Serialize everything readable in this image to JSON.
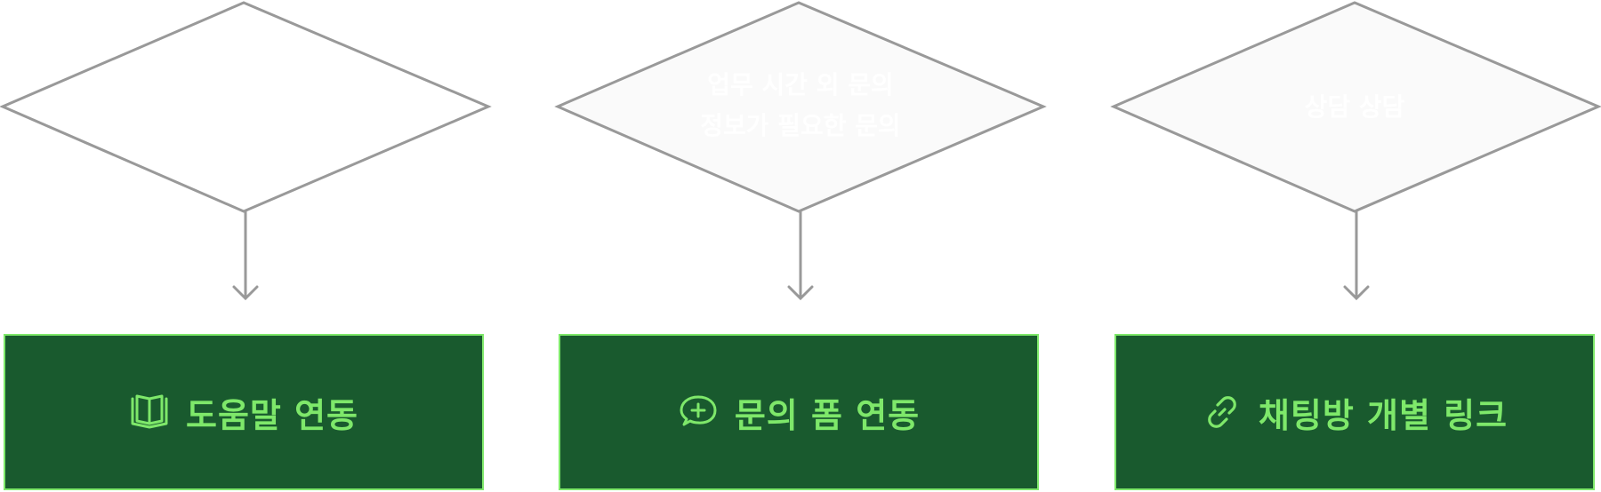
{
  "colors": {
    "line": "#999999",
    "diamond_fill_empty": "#ffffff",
    "diamond_fill": "#fafafa",
    "diamond_text": "#ffffff",
    "box_fill": "#195a2e",
    "box_border": "#7ee86a",
    "box_text": "#7ee86a"
  },
  "decisions": [
    {
      "lines": []
    },
    {
      "lines": [
        "업무 시간 외 문의",
        "정보가 필요한 문의"
      ]
    },
    {
      "lines": [
        "상담 상담"
      ]
    }
  ],
  "actions": [
    {
      "label": "도움말 연동",
      "icon": "book-open-icon"
    },
    {
      "label": "문의 폼 연동",
      "icon": "chat-plus-icon"
    },
    {
      "label": "채팅방 개별 링크",
      "icon": "link-icon"
    }
  ]
}
